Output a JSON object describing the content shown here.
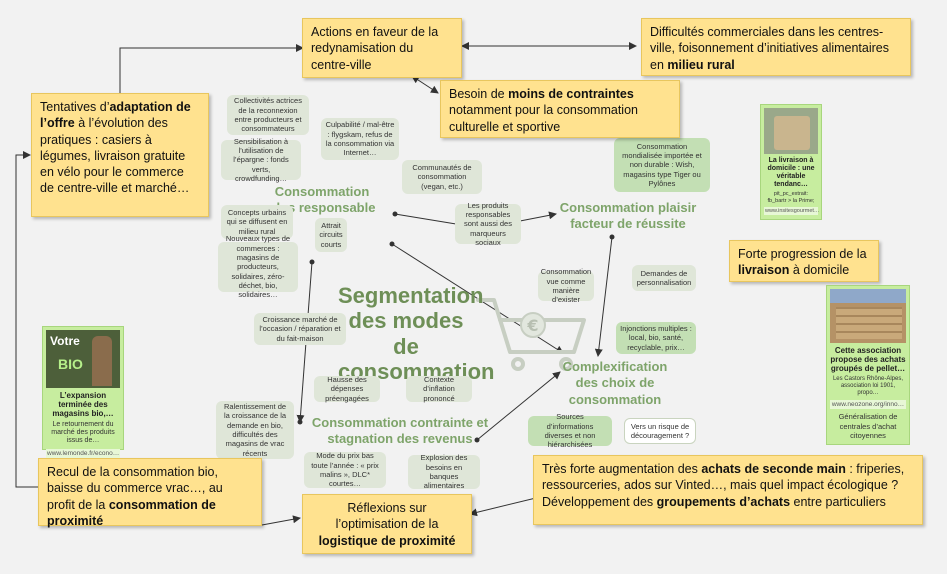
{
  "title": "Segmentation des modes de consommation",
  "hubs": {
    "responsable": "Consommation plus responsable",
    "plaisir": "Consommation plaisir facteur de réussite",
    "complexification": "Complexification des choix de consommation",
    "contrainte": "Consommation contrainte et stagnation des revenus"
  },
  "pills": {
    "collectivites": "Collectivités actrices de la reconnexion entre producteurs et consommateurs",
    "culpabilite": "Culpabilité / mal-être : flygskam, refus de la consommation via Internet…",
    "sensibilisation": "Sensibilisation à l’utilisation de l’épargne : fonds verts, crowdfunding…",
    "communautes": "Communautés de consommation (vegan, etc.)",
    "concepts": "Concepts urbains qui se diffusent en milieu rural",
    "attrait": "Attrait circuits courts",
    "produits_resp": "Les produits responsables sont aussi des marqueurs sociaux",
    "nouveaux_types": "Nouveaux types de commerces : magasins de producteurs, solidaires, zéro-déchet, bio, solidaires…",
    "mondialisee": "Consommation mondialisée importée et non durable : Wish, magasins type Tiger ou Pylônes",
    "vue_exister": "Consommation vue comme manière d’exister",
    "personnalisation": "Demandes de personnalisation",
    "croissance_occasion": "Croissance marché de l’occasion / réparation et du fait-maison",
    "injonctions": "Injonctions multiples : local, bio, santé, recyclable, prix…",
    "hausse": "Hausse des dépenses préengagées",
    "inflation": "Contexte d’inflation prononcé",
    "ralentissement": "Ralentissement de la croissance de la demande en bio, difficultés des magasins de vrac récents",
    "sources": "Sources d’informations diverses et non hiérarchisées",
    "decouragement": "Vers un risque de découragement ?",
    "mode_prix": "Mode du prix bas toute l’année : « prix malins », DLC* courtes…",
    "explosion": "Explosion des besoins en banques alimentaires"
  },
  "notes": {
    "actions": "Actions en faveur de la redynamisation du centre-ville",
    "difficultes": "Difficultés commerciales dans les centres-ville, foisonnement d’initiatives alimentaires en",
    "difficultes_b": "milieu rural",
    "besoin_a": "Besoin de",
    "besoin_b": "moins de contraintes",
    "besoin_c": "notamment pour la consommation culturelle et sportive",
    "tentatives_a": "Tentatives d’",
    "tentatives_b": "adaptation de l’offre",
    "tentatives_c": "à l’évolution des pratiques : casiers à légumes, livraison gratuite en vélo pour le commerce de centre-ville et marché…",
    "livraison_a": "Forte progression de la",
    "livraison_b": "livraison",
    "livraison_c": "à domicile",
    "recul_a": "Recul de la consommation bio, baisse du commerce vrac…, au profit de la",
    "recul_b": "consommation de proximité",
    "reflexions_a": "Réflexions sur l’optimisation de la",
    "reflexions_b": "logistique de proximité",
    "seconde_a": "Très forte augmentation des",
    "seconde_b": "achats de seconde main",
    "seconde_c": ": friperies, ressourceries, ados sur Vinted…, mais quel impact écologique ?",
    "seconde_d": "Développement des",
    "seconde_e": "groupements d’achats",
    "seconde_f": "entre particuliers"
  },
  "cards": {
    "bio": {
      "title": "L’expansion terminée des magasins bio,…",
      "desc": "Le retournement du marché des produits issus de…",
      "url": "www.lemonde.fr/econo…",
      "img_text_1": "Votre",
      "img_text_2": "BIO"
    },
    "livraison": {
      "title": "La livraison à domicile : une véritable tendanc…",
      "desc": "pit_pc_extrait: fb_bartr > la Prime;",
      "url": "www.insitesgourmet…"
    },
    "association": {
      "title": "Cette association propose des achats groupés de pellet…",
      "desc": "Les Castors Rhône-Alpes, association loi 1901, propo…",
      "url": "www.neozone.org/inno…",
      "caption": "Généralisation de centrales d’achat citoyennes"
    }
  },
  "colors": {
    "note": "#ffe28f",
    "hub_text": "#7ea46a",
    "pill": "#dfe6d8",
    "pill_green": "#c3dfb4",
    "card": "#c7ed9f"
  }
}
